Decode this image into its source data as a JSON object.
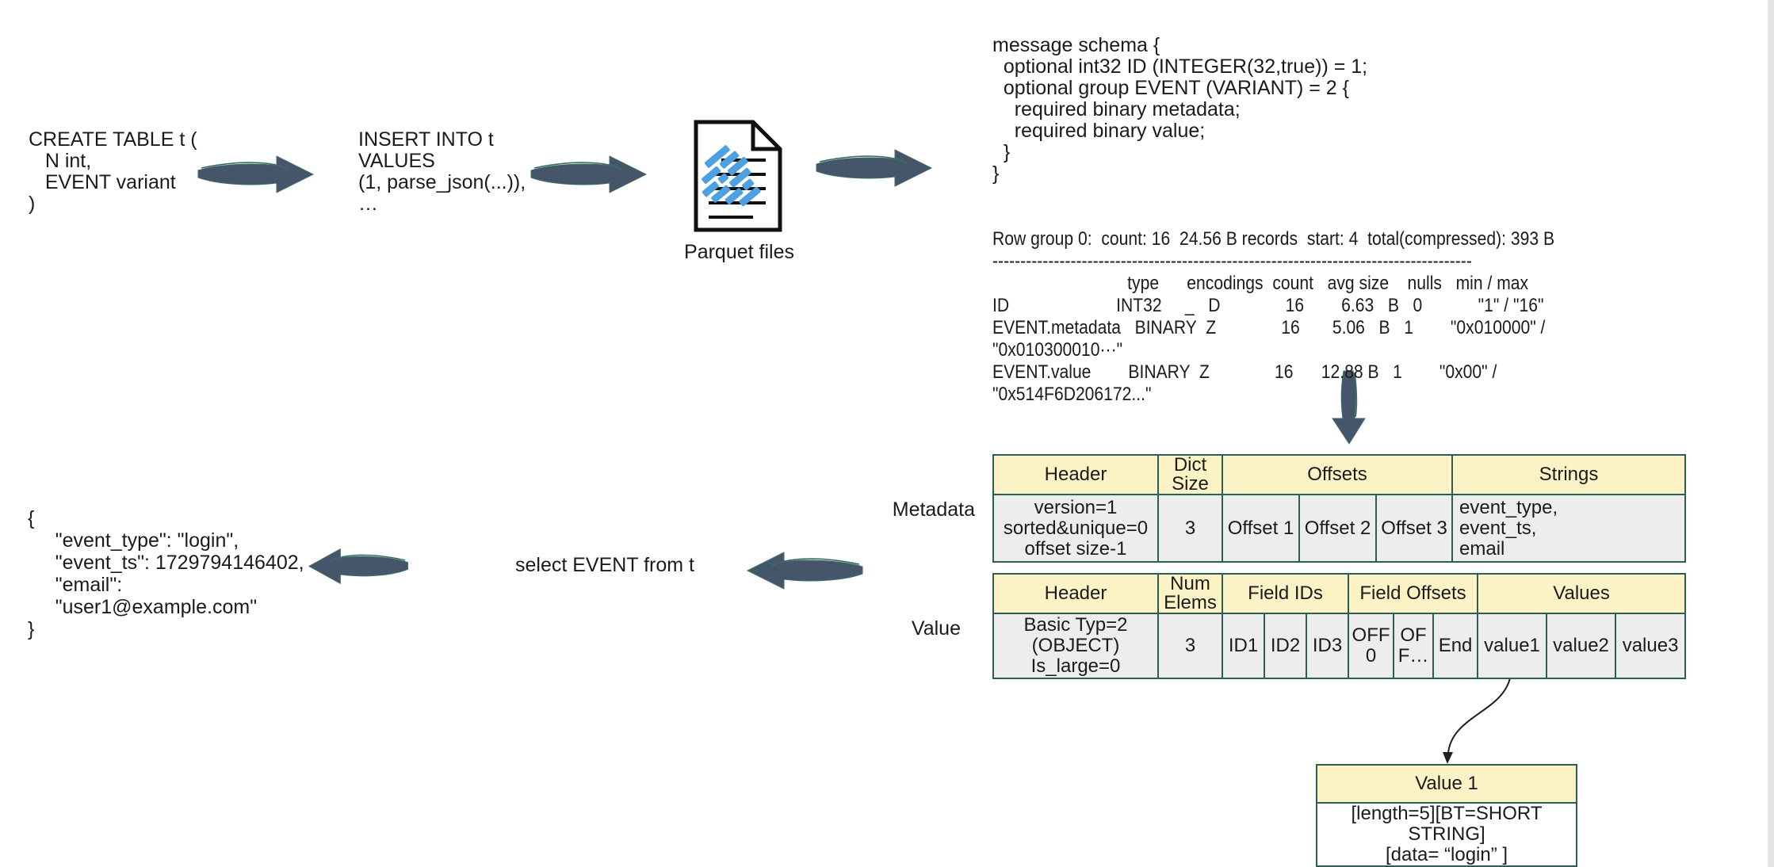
{
  "colors": {
    "text_color": "#1b1b1b",
    "arrow_fill": "#45566b",
    "arrow_outline": "#3d6e66",
    "table_border": "#2b5f56",
    "header_bg": "#fbf2c6",
    "cell_bg": "#ededed",
    "parquet_blue": "#4da1e2",
    "connector": "#1f1f1f",
    "strip_bg": "#e3e3e3"
  },
  "sql_create": {
    "lines": [
      "CREATE TABLE t (",
      "   N int,",
      "   EVENT variant",
      ")"
    ]
  },
  "sql_insert": {
    "lines": [
      "INSERT INTO t",
      "VALUES",
      "(1, parse_json(...)),",
      "…"
    ]
  },
  "parquet": {
    "label": "Parquet files"
  },
  "schema": {
    "lines": [
      "message schema {",
      "  optional int32 ID (INTEGER(32,true)) = 1;",
      "  optional group EVENT (VARIANT) = 2 {",
      "    required binary metadata;",
      "    required binary value;",
      "  }",
      "}"
    ]
  },
  "row_group": {
    "lines": [
      "Row group 0:  count: 16  24.56 B records  start: 4  total(compressed): 393 B",
      "--------------------------------------------------------------------------------------",
      "                             type      encodings  count   avg size    nulls   min / max",
      "ID                       INT32     _   D              16        6.63   B   0            \"1\" / \"16\"",
      "EVENT.metadata   BINARY  Z              16       5.06   B   1        \"0x010000\" /",
      "\"0x010300010···\"",
      "EVENT.value        BINARY  Z              16      12.88 B   1        \"0x00\" /",
      "\"0x514F6D206172...\""
    ]
  },
  "labels": {
    "metadata": "Metadata",
    "value": "Value"
  },
  "metadata_table": {
    "headers": [
      "Header",
      "Dict Size",
      "Offsets",
      "Strings"
    ],
    "row": {
      "header_lines": [
        "version=1",
        "sorted&unique=0",
        "offset size-1"
      ],
      "dict_size": "3",
      "offsets": [
        "Offset 1",
        "Offset 2",
        "Offset 3"
      ],
      "strings_lines": [
        "event_type,",
        "event_ts,",
        "email"
      ]
    }
  },
  "value_table": {
    "headers": [
      "Header",
      "Num Elems",
      "Field IDs",
      "Field Offsets",
      "Values"
    ],
    "row": {
      "header_lines": [
        "Basic Typ=2",
        "(OBJECT)",
        "Is_large=0"
      ],
      "num_elems": "3",
      "field_ids": [
        "ID1",
        "ID2",
        "ID3"
      ],
      "field_offsets": [
        "OFF0",
        "OFF…",
        "End"
      ],
      "values": [
        "value1",
        "value2",
        "value3"
      ]
    }
  },
  "value1_table": {
    "title": "Value 1",
    "body_lines": [
      "[length=5][BT=SHORT STRING]",
      "[data=  “login”  ]"
    ]
  },
  "select_text": "select EVENT from t",
  "json_output": {
    "lines": [
      "{",
      "     \"event_type\": \"login\",",
      "     \"event_ts\": 1729794146402,",
      "     \"email\":",
      "     \"user1@example.com\"",
      "}"
    ]
  }
}
